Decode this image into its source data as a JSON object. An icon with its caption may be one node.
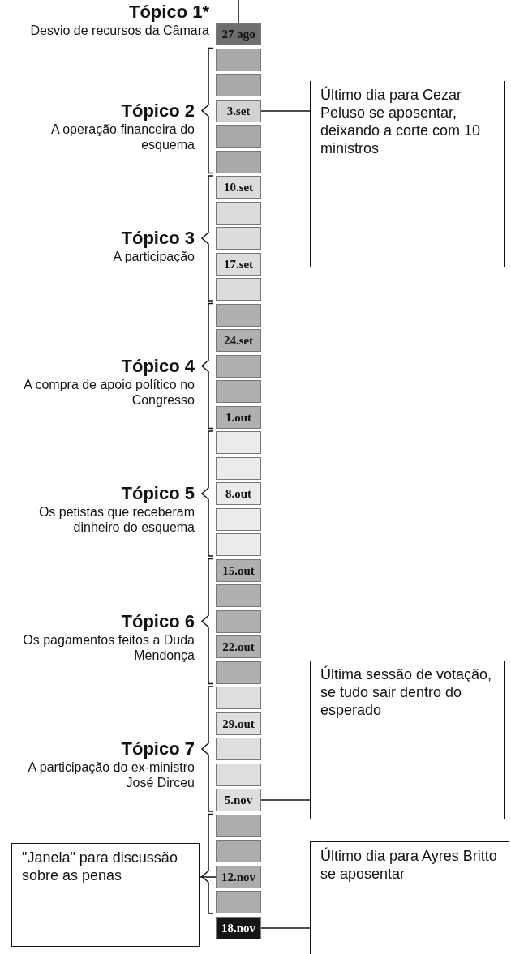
{
  "diagram": {
    "nodes": [
      {
        "text": [
          "Tópico 1*",
          "Desvio de recursos da Câmara"
        ]
      },
      {
        "text": [
          "Tópico 2",
          "A operação financeira do esquema"
        ]
      },
      {
        "text": [
          "Tópico 3",
          "A participação"
        ]
      },
      {
        "text": [
          "Tópico 4",
          "A compra de apoio político no Congresso"
        ]
      },
      {
        "text": [
          "Tópico 5",
          "Os petistas que receberam dinheiro do esquema"
        ]
      },
      {
        "text": [
          "Tópico 6",
          "Os pagamentos feitos a Duda Mendonça"
        ]
      },
      {
        "text": [
          "Tópico 7",
          "A participação do ex-ministro José Dirceu"
        ]
      },
      {
        "text": [
          "27 ago"
        ]
      },
      {
        "text": [],
        "shape": "box"
      },
      {
        "text": [],
        "shape": "box"
      },
      {
        "text": [
          "3.set"
        ]
      },
      {
        "text": [],
        "shape": "box"
      },
      {
        "text": [],
        "shape": "box"
      },
      {
        "text": [
          "10.set"
        ]
      },
      {
        "text": [],
        "shape": "box"
      },
      {
        "text": [],
        "shape": "box"
      },
      {
        "text": [
          "17.set"
        ]
      },
      {
        "text": [],
        "shape": "box"
      },
      {
        "text": [],
        "shape": "box"
      },
      {
        "text": [
          "24.set"
        ]
      },
      {
        "text": [],
        "shape": "box"
      },
      {
        "text": [],
        "shape": "box"
      },
      {
        "text": [
          "1.out"
        ]
      },
      {
        "text": [],
        "shape": "box"
      },
      {
        "text": [],
        "shape": "box"
      },
      {
        "text": [
          "8.out"
        ]
      },
      {
        "text": [],
        "shape": "box"
      },
      {
        "text": [],
        "shape": "box"
      },
      {
        "text": [
          "15.out"
        ]
      },
      {
        "text": [],
        "shape": "box"
      },
      {
        "text": [],
        "shape": "box"
      },
      {
        "text": [
          "22.out"
        ]
      },
      {
        "text": [],
        "shape": "box"
      },
      {
        "text": [],
        "shape": "box"
      },
      {
        "text": [
          "29.out"
        ]
      },
      {
        "text": [],
        "shape": "box"
      },
      {
        "text": [],
        "shape": "box"
      },
      {
        "text": [
          "5.nov"
        ]
      },
      {
        "text": [],
        "shape": "box"
      },
      {
        "text": [],
        "shape": "box"
      },
      {
        "text": [
          "12.nov"
        ]
      },
      {
        "text": [],
        "shape": "box"
      },
      {
        "text": [
          "18.nov"
        ]
      },
      {
        "text": [
          "Último dia para Cezar Peluso se aposentar, deixando a corte com 10 ministros"
        ]
      },
      {
        "text": [
          "Última sessão de votação, se tudo sair dentro do esperado"
        ]
      },
      {
        "text": [
          "\"Janela\" para discussão sobre as penas"
        ]
      },
      {
        "text": [
          "Último dia para Ayres Britto se aposentar"
        ]
      }
    ],
    "edges": [
      {
        "from": 43,
        "to": 10,
        "arrow": "none"
      },
      {
        "from": 44,
        "to": 37,
        "arrow": "none"
      },
      {
        "from": 45,
        "to": 40,
        "arrow": "none"
      },
      {
        "from": 46,
        "to": 42,
        "arrow": "none"
      }
    ]
  }
}
